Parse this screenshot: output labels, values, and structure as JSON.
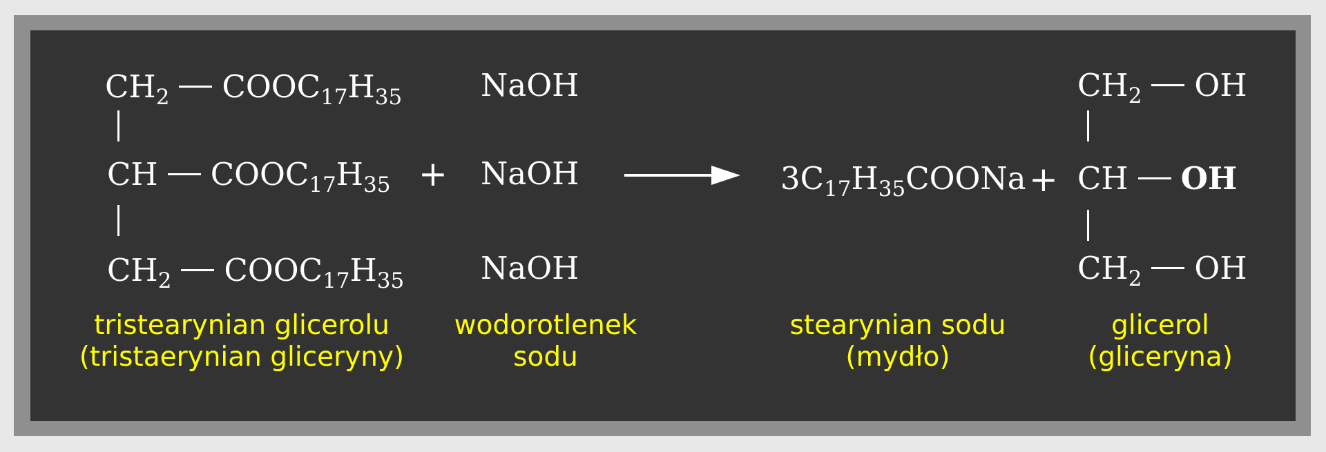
{
  "reactant": {
    "row1": {
      "group": "CH",
      "group_sub": "2",
      "chain_a": "COOC",
      "sub1": "17",
      "chain_b": "H",
      "sub2": "35"
    },
    "row2": {
      "group": "CH",
      "chain_a": "COOC",
      "sub1": "17",
      "chain_b": "H",
      "sub2": "35"
    },
    "row3": {
      "group": "CH",
      "group_sub": "2",
      "chain_a": "COOC",
      "sub1": "17",
      "chain_b": "H",
      "sub2": "35"
    },
    "label_line1": "tristearynian glicerolu",
    "label_line2": "(tristaerynian gliceryny)"
  },
  "plus_left": "+",
  "base": {
    "formula": "NaOH",
    "label_line1": "wodorotlenek",
    "label_line2": "sodu"
  },
  "product_soap": {
    "coef": "3C",
    "sub1": "17",
    "mid": "H",
    "sub2": "35",
    "tail": "COONa",
    "label_line1": "stearynian sodu",
    "label_line2": "(mydło)"
  },
  "plus_right": "+",
  "product_glycerol": {
    "row1": {
      "group": "CH",
      "group_sub": "2",
      "oh": "OH"
    },
    "row2": {
      "group": "CH",
      "oh": "OH"
    },
    "row3": {
      "group": "CH",
      "group_sub": "2",
      "oh": "OH"
    },
    "label_line1": "glicerol",
    "label_line2": "(gliceryna)"
  },
  "colors": {
    "board": "#333333",
    "frame": "#8f8f8f",
    "formula": "#ffffff",
    "label": "#ffff00"
  }
}
